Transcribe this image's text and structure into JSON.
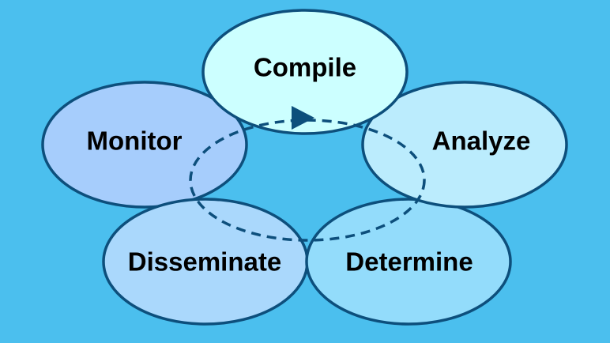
{
  "diagram": {
    "background_color": "#4bbfee",
    "outline_color": "#0d4f7c",
    "cycle_direction": "clockwise",
    "nodes": [
      {
        "id": "compile",
        "label": "Compile",
        "fill": "#ccffff"
      },
      {
        "id": "analyze",
        "label": "Analyze",
        "fill": "#bbecfd"
      },
      {
        "id": "determine",
        "label": "Determine",
        "fill": "#93dcfb"
      },
      {
        "id": "disseminate",
        "label": "Disseminate",
        "fill": "#aad8fc"
      },
      {
        "id": "monitor",
        "label": "Monitor",
        "fill": "#a6cdfc"
      }
    ]
  }
}
